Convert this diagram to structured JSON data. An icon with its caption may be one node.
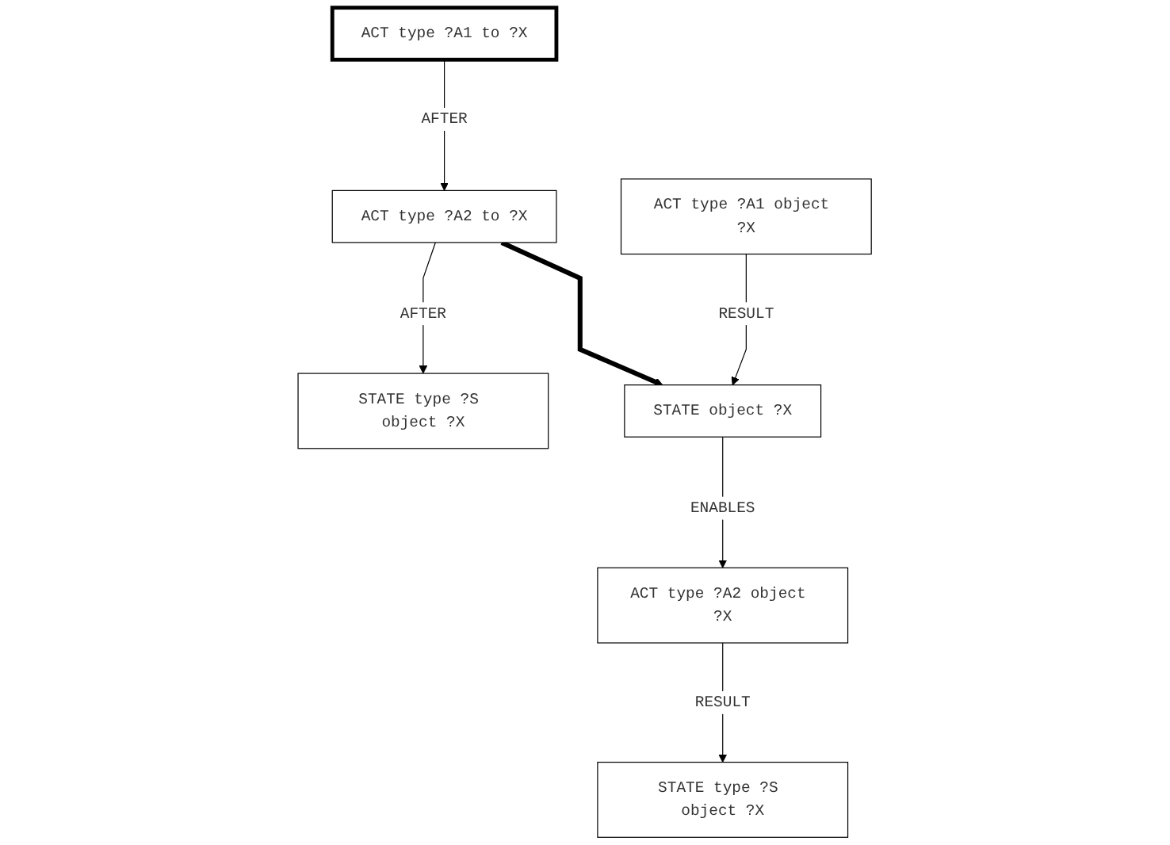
{
  "diagram": {
    "nodes": [
      {
        "text": [
          "ACT type ?A1 to ?X"
        ]
      },
      {
        "text": [
          "ACT type ?A2 to ?X"
        ]
      },
      {
        "text": [
          "STATE type ?S object ?X"
        ]
      },
      {
        "text": [
          "ACT type ?A1 object ?X"
        ]
      },
      {
        "text": [
          "STATE object ?X"
        ]
      },
      {
        "text": [
          "ACT type ?A2 object ?X"
        ]
      },
      {
        "text": [
          "STATE type ?S object ?X"
        ]
      }
    ],
    "edges": [
      {
        "from": 0,
        "to": 1,
        "arrow": "to",
        "label": "AFTER"
      },
      {
        "from": 1,
        "to": 2,
        "arrow": "to",
        "label": "AFTER"
      },
      {
        "from": 1,
        "to": 4,
        "arrow": "to",
        "style": "thick"
      },
      {
        "from": 3,
        "to": 4,
        "arrow": "to",
        "label": "RESULT"
      },
      {
        "from": 4,
        "to": 5,
        "arrow": "to",
        "label": "ENABLES"
      },
      {
        "from": 5,
        "to": 6,
        "arrow": "to",
        "label": "RESULT"
      }
    ]
  }
}
